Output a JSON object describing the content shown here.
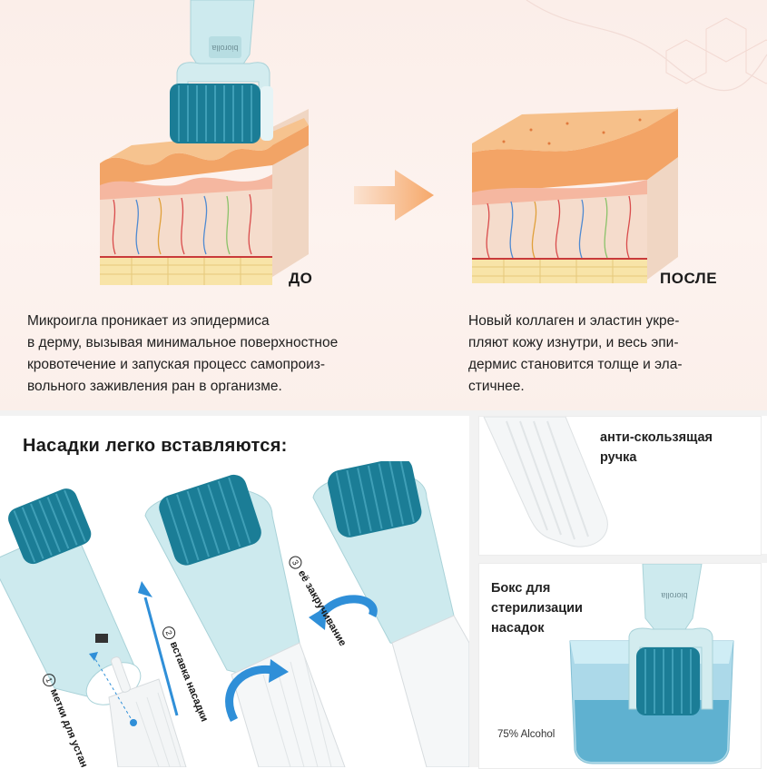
{
  "top": {
    "before_label": "ДО",
    "after_label": "ПОСЛЕ",
    "before_text": [
      "Микроигла проникает из эпидермиса",
      "в дерму, вызывая минимальное поверхностное",
      "кровотечение и запуская процесс самопроиз-",
      "вольного заживления ран в организме."
    ],
    "after_text": [
      "Новый коллаген и эластин укре-",
      "пляют кожу изнутри, и весь эпи-",
      "дермис становится толще и эла-",
      "стичнее."
    ],
    "roller_brand": "biorolla",
    "arrow_icon": "arrow-right-icon",
    "colors": {
      "arrow": "#f6a86a",
      "roller_head": "#1b7d96",
      "roller_body": "#cde9ec"
    }
  },
  "bottom_left": {
    "heading": "Насадки легко вставляются:",
    "steps": [
      {
        "num": "1",
        "label": "метки для установки"
      },
      {
        "num": "2",
        "label": "вставка насадки"
      },
      {
        "num": "3",
        "label": "её закручивание"
      }
    ],
    "colors": {
      "step_arrow": "#2f8fd8"
    }
  },
  "handle_panel": {
    "label_line1": "анти-скользящая",
    "label_line2": "ручка"
  },
  "box_panel": {
    "label_line1": "Бокс для",
    "label_line2": "стерилизации",
    "label_line3": "насадок",
    "alcohol_label": "75% Alcohol",
    "roller_brand": "biorolla"
  }
}
